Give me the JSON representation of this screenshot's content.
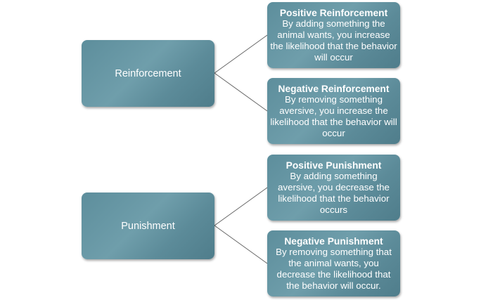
{
  "diagram": {
    "root_nodes": [
      {
        "label": "Reinforcement",
        "children": [
          {
            "title": "Positive Reinforcement",
            "description": "By adding something the animal wants, you increase the likelihood that the behavior will occur"
          },
          {
            "title": "Negative Reinforcement",
            "description": "By removing something aversive, you increase the likelihood that the behavior will occur"
          }
        ]
      },
      {
        "label": "Punishment",
        "children": [
          {
            "title": "Positive Punishment",
            "description": "By adding something aversive, you decrease the likelihood that the behavior occurs"
          },
          {
            "title": "Negative Punishment",
            "description": "By removing something that the animal wants, you decrease the likelihood that the behavior will occur."
          }
        ]
      }
    ],
    "colors": {
      "node_fill": "#5d8e9c",
      "connector": "#666666",
      "text": "#ffffff"
    }
  }
}
